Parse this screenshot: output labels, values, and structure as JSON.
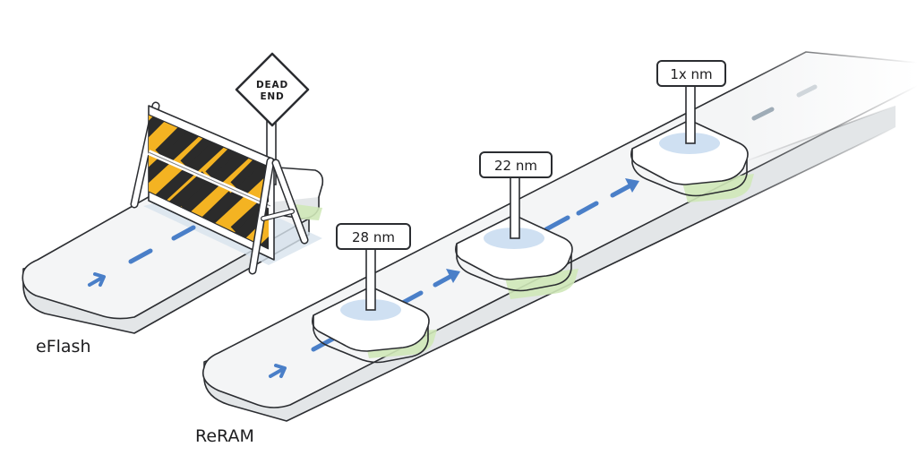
{
  "roads": {
    "eflash": {
      "label": "eFlash",
      "sign_line1": "DEAD",
      "sign_line2": "END"
    },
    "reram": {
      "label": "ReRAM"
    }
  },
  "nodes": [
    {
      "label": "28 nm"
    },
    {
      "label": "22 nm"
    },
    {
      "label": "1x nm"
    }
  ],
  "colors": {
    "road_top": "#f4f5f6",
    "road_edge": "#cfd3d6",
    "outline": "#2b2d31",
    "arrow": "#4a7fc8",
    "stripe_yellow": "#f4b322",
    "stripe_black": "#2b2b2b",
    "platform_glow_green": "#cfe8b8",
    "platform_glow_blue": "#cfe0f2",
    "barrier_shadow": "#d8e3ee"
  }
}
